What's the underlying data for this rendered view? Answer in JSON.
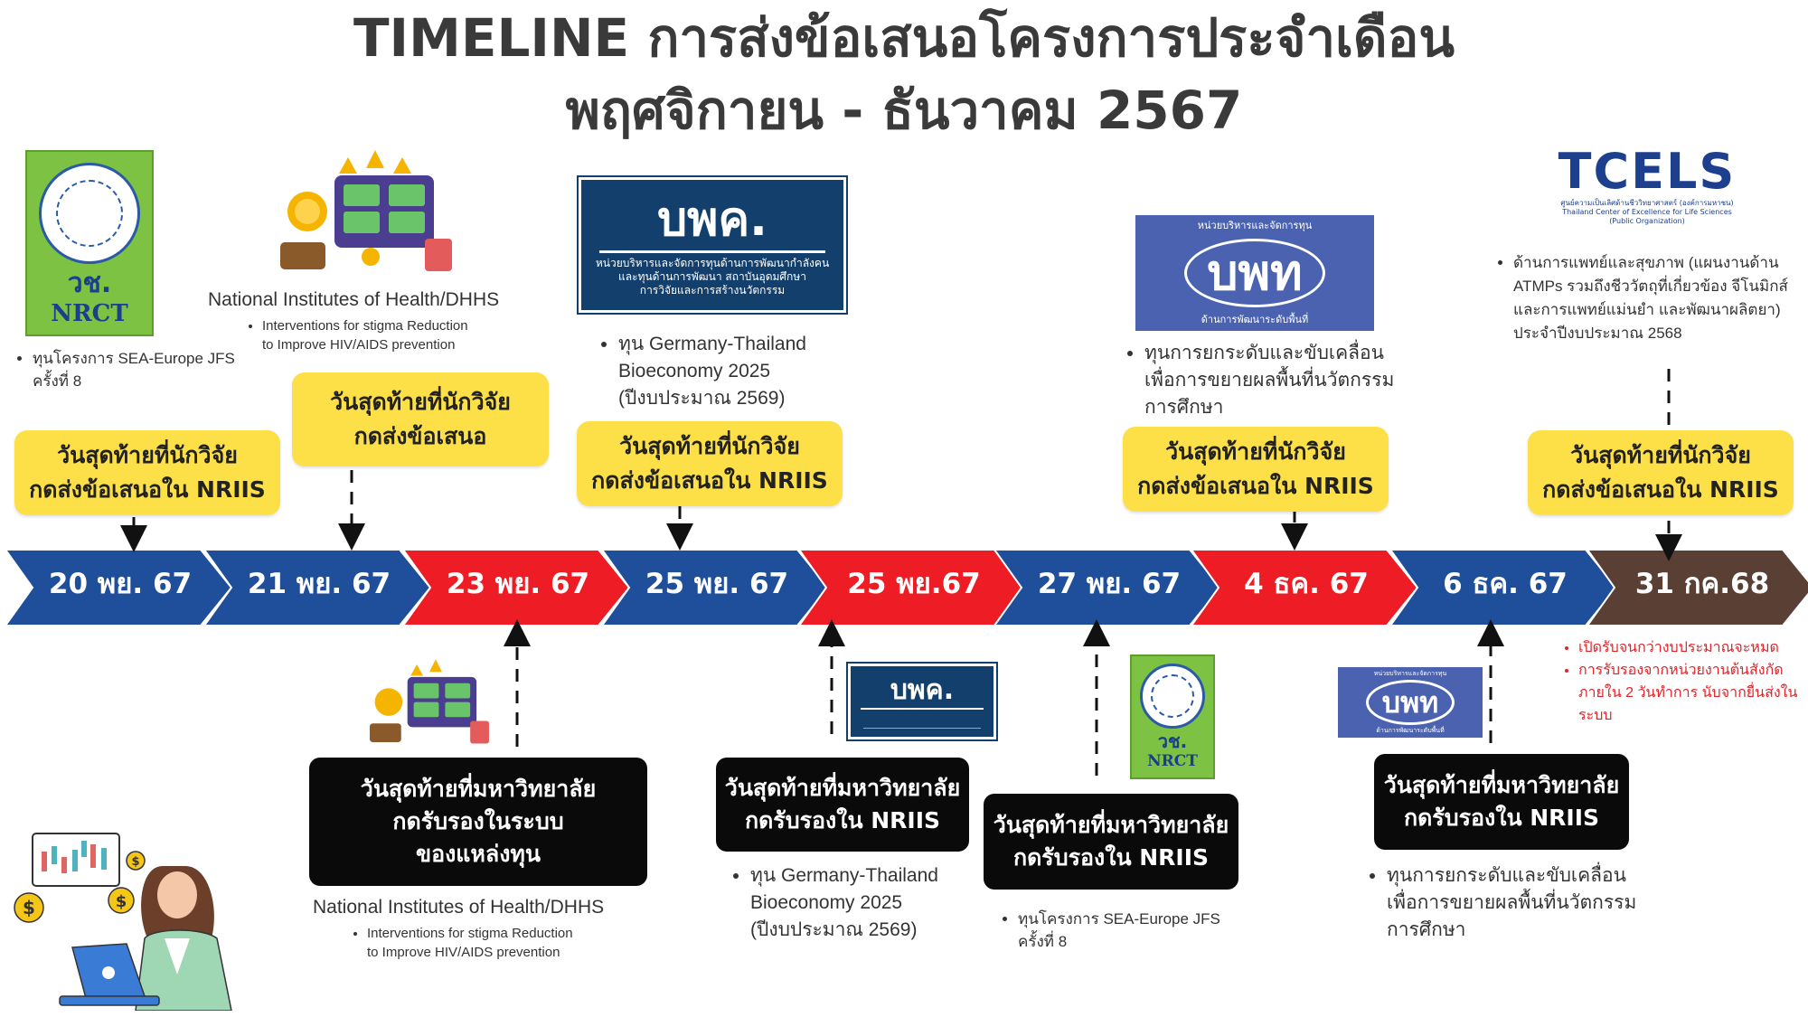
{
  "title_line1": "TIMELINE การส่งข้อเสนอโครงการประจำเดือน",
  "title_line2": "พฤศจิกายน - ธันวาคม 2567",
  "timeline": [
    {
      "label": "20 พย. 67",
      "color": "#1f4e9b"
    },
    {
      "label": "21 พย. 67",
      "color": "#1f4e9b"
    },
    {
      "label": "23 พย. 67",
      "color": "#ee1c25"
    },
    {
      "label": "25 พย. 67",
      "color": "#1f4e9b"
    },
    {
      "label": "25 พย.67",
      "color": "#ee1c25"
    },
    {
      "label": "27 พย. 67",
      "color": "#1f4e9b"
    },
    {
      "label": "4 ธค. 67",
      "color": "#ee1c25"
    },
    {
      "label": "6 ธค. 67",
      "color": "#1f4e9b"
    },
    {
      "label": "31 กค.68",
      "color": "#5a3f35"
    }
  ],
  "top": {
    "y1": "วันสุดท้ายที่นักวิจัย\nกดส่งข้อเสนอใน NRIIS",
    "y2": "วันสุดท้ายที่นักวิจัย\nกดส่งข้อเสนอ",
    "y3": "วันสุดท้ายที่นักวิจัย\nกดส่งข้อเสนอใน NRIIS",
    "y4": "วันสุดท้ายที่นักวิจัย\nกดส่งข้อเสนอใน NRIIS",
    "y5": "วันสุดท้ายที่นักวิจัย\nกดส่งข้อเสนอใน NRIIS",
    "c1_bullet": "ทุนโครงการ SEA-Europe JFS\nครั้งที่ 8",
    "c2_head": "National Institutes of Health/DHHS",
    "c2_bullet": "Interventions for stigma Reduction\nto Improve HIV/AIDS prevention",
    "c3_bullet": "ทุน Germany-Thailand\nBioeconomy 2025\n(ปีงบประมาณ 2569)",
    "c4_bullet": "ทุนการยกระดับและขับเคลื่อน\nเพื่อการขยายผลพื้นที่นวัตกรรม\nการศึกษา",
    "c5_bullet": "ด้านการแพทย์และสุขภาพ (แผนงานด้าน\nATMPs รวมถึงชีววัตถุที่เกี่ยวข้อง จีโนมิกส์\nและการแพทย์แม่นยำ และพัฒนาผลิตยา)\nประจำปีงบประมาณ 2568"
  },
  "bottom": {
    "b1": "วันสุดท้ายที่มหาวิทยาลัย\nกดรับรองในระบบ\nของแหล่งทุน",
    "b2": "วันสุดท้ายที่มหาวิทยาลัย\nกดรับรองใน NRIIS",
    "b3": "วันสุดท้ายที่มหาวิทยาลัย\nกดรับรองใน NRIIS",
    "b4": "วันสุดท้ายที่มหาวิทยาลัย\nกดรับรองใน NRIIS",
    "c1_head": "National Institutes of Health/DHHS",
    "c1_bullet": "Interventions for stigma Reduction\nto Improve HIV/AIDS prevention",
    "c2_bullet": "ทุน Germany-Thailand\nBioeconomy 2025\n(ปีงบประมาณ 2569)",
    "c3_bullet": "ทุนโครงการ SEA-Europe JFS\nครั้งที่ 8",
    "c4_bullet": "ทุนการยกระดับและขับเคลื่อน\nเพื่อการขยายผลพื้นที่นวัตกรรม\nการศึกษา",
    "red1": "เปิดรับจนกว่างบประมาณจะหมด",
    "red2": "การรับรองจากหน่วยงานต้นสังกัด\nภายใน 2 วันทำการ นับจากยื่นส่งใน\nระบบ"
  },
  "logos": {
    "nrct_short": "วช.",
    "nrct_en": "NRCT",
    "bpk_short": "บพค.",
    "bpk_sub": "หน่วยบริหารและจัดการทุนด้านการพัฒนากำลังคน\nและทุนด้านการพัฒนา สถาบันอุดมศึกษา\nการวิจัยและการสร้างนวัตกรรม",
    "bpm_short": "บพท",
    "bpm_top": "หน่วยบริหารและจัดการทุน",
    "bpm_bottom": "ด้านการพัฒนาระดับพื้นที่",
    "tcels": "TCELS",
    "tcels_sub": "ศูนย์ความเป็นเลิศด้านชีววิทยาศาสตร์ (องค์การมหาชน)\nThailand Center of Excellence for Life Sciences\n(Public Organization)"
  },
  "colors": {
    "blue": "#1f4e9b",
    "red": "#ee1c25",
    "brown": "#5a3f35",
    "yellow": "#fde047",
    "nrct_green": "#7dc242",
    "bpk_navy": "#123f6b",
    "bpm_blue": "#4a62b0"
  }
}
